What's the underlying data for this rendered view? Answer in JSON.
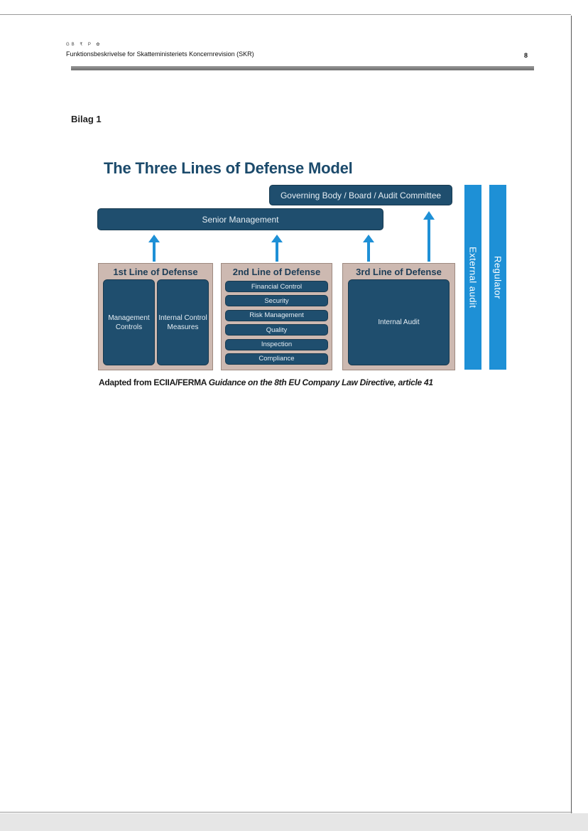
{
  "header": {
    "marks": "GB ₹ P ✿",
    "document_title": "Funktionsbeskrivelse for Skatteministeriets Koncernrevision (SKR)",
    "page_number": "8"
  },
  "appendix_label": "Bilag 1",
  "diagram": {
    "title": "The Three Lines of Defense Model",
    "governing_body": "Governing Body / Board / Audit Committee",
    "senior_management": "Senior Management",
    "lines": [
      {
        "title": "1st Line of Defense",
        "boxes": [
          "Management Controls",
          "Internal Control Measures"
        ]
      },
      {
        "title": "2nd Line of Defense",
        "functions": [
          "Financial Control",
          "Security",
          "Risk Management",
          "Quality",
          "Inspection",
          "Compliance"
        ]
      },
      {
        "title": "3rd Line of Defense",
        "boxes": [
          "Internal Audit"
        ]
      }
    ],
    "external_audit": "External audit",
    "regulator": "Regulator",
    "arrow_color": "#1e90d6",
    "bar_color": "#1f4e6e"
  },
  "caption": {
    "prefix": "Adapted from ECIIA/FERMA ",
    "italic": "Guidance on the 8th EU Company Law Directive, article 41"
  }
}
